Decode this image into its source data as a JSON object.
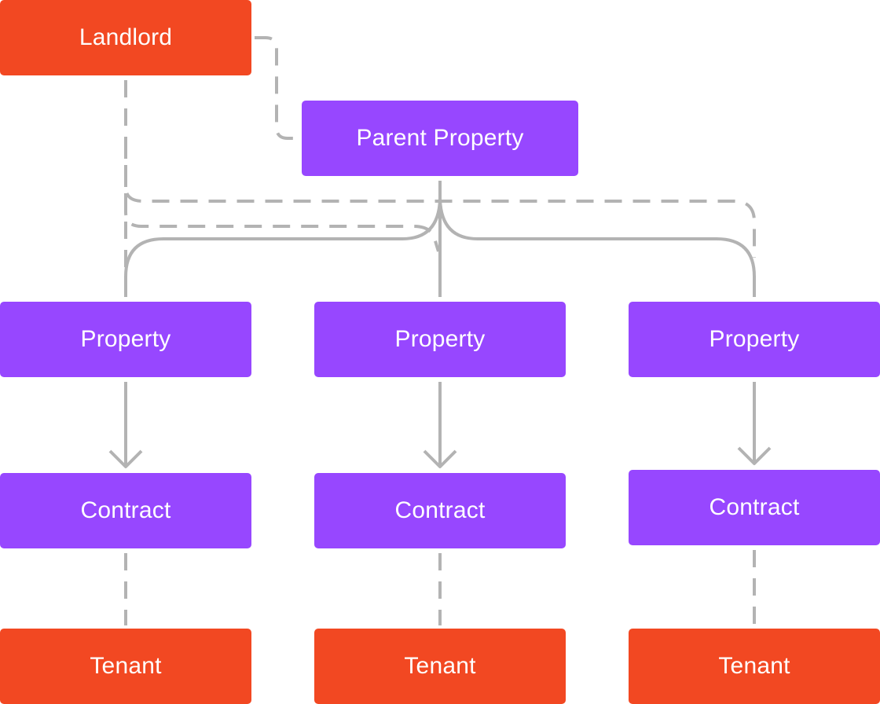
{
  "colors": {
    "actor": "#f24822",
    "entity": "#9747ff",
    "connector": "#b3b3b3",
    "text": "#ffffff"
  },
  "nodes": {
    "landlord": "Landlord",
    "parent_property": "Parent Property",
    "properties": [
      "Property",
      "Property",
      "Property"
    ],
    "contracts": [
      "Contract",
      "Contract",
      "Contract"
    ],
    "tenants": [
      "Tenant",
      "Tenant",
      "Tenant"
    ]
  }
}
